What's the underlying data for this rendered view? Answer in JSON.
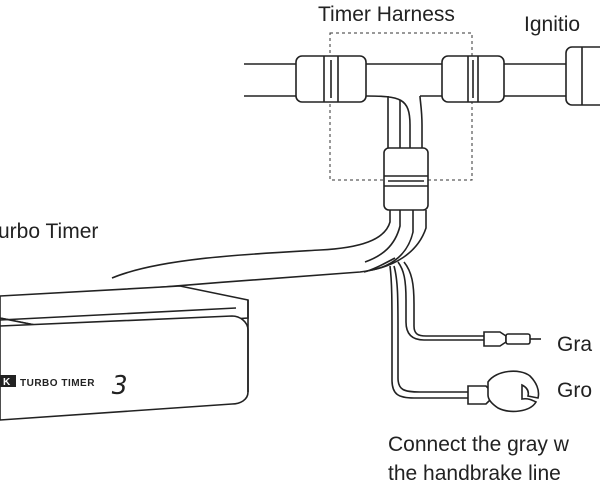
{
  "labels": {
    "timer_harness": "Timer Harness",
    "ignition": "Ignitio",
    "turbo_timer": "urbo Timer",
    "gray_wire": "Gra",
    "ground_wire": "Gro",
    "note_line1": "Connect the gray w",
    "note_line2": "the handbrake line"
  },
  "device": {
    "logo": "K",
    "name": "TURBO TIMER",
    "display_digit": "3"
  },
  "colors": {
    "stroke": "#222222",
    "fill": "#ffffff",
    "text": "#222222"
  }
}
